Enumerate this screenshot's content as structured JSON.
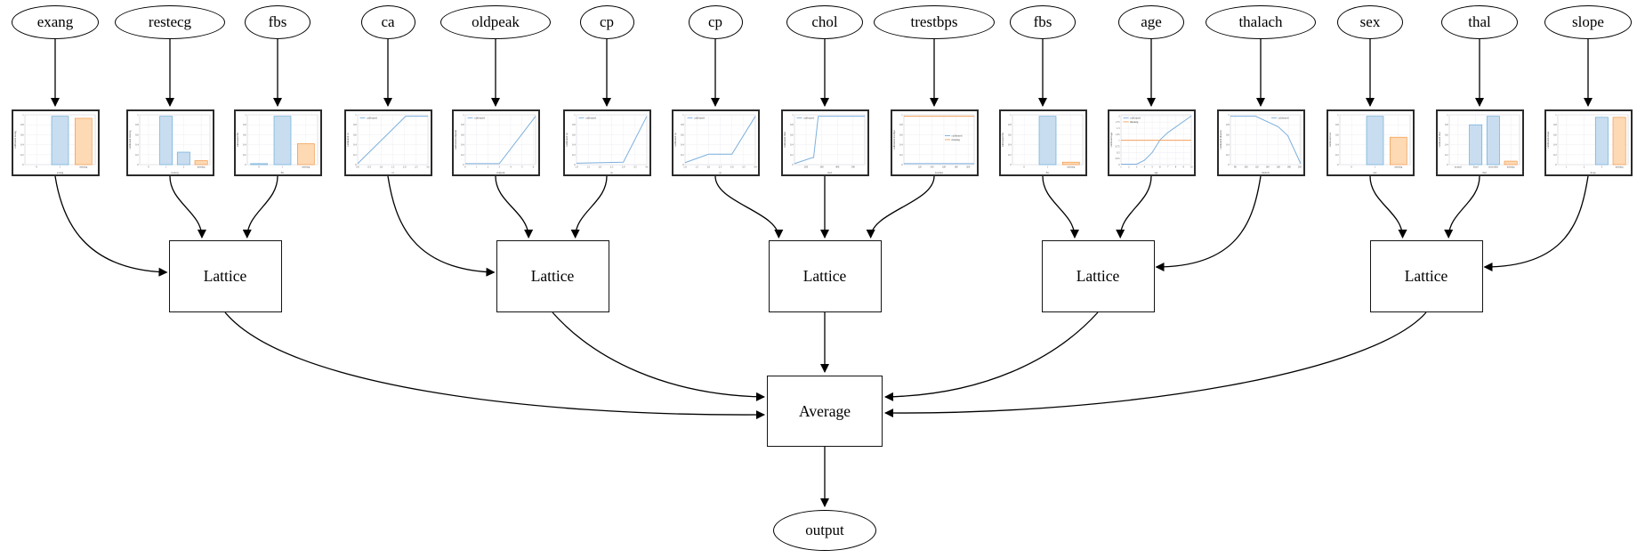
{
  "diagram": {
    "features": [
      {
        "name": "exang"
      },
      {
        "name": "restecg"
      },
      {
        "name": "fbs"
      },
      {
        "name": "ca"
      },
      {
        "name": "oldpeak"
      },
      {
        "name": "cp"
      },
      {
        "name": "cp"
      },
      {
        "name": "chol"
      },
      {
        "name": "trestbps"
      },
      {
        "name": "fbs"
      },
      {
        "name": "age"
      },
      {
        "name": "thalach"
      },
      {
        "name": "sex"
      },
      {
        "name": "thal"
      },
      {
        "name": "slope"
      }
    ],
    "lattices": [
      {
        "label": "Lattice",
        "inputs": [
          0,
          1,
          2
        ]
      },
      {
        "label": "Lattice",
        "inputs": [
          3,
          4,
          5
        ]
      },
      {
        "label": "Lattice",
        "inputs": [
          6,
          7,
          8
        ]
      },
      {
        "label": "Lattice",
        "inputs": [
          9,
          10,
          11
        ]
      },
      {
        "label": "Lattice",
        "inputs": [
          12,
          13,
          14
        ]
      }
    ],
    "average": {
      "label": "Average"
    },
    "output": {
      "label": "output"
    },
    "colors": {
      "edge": "#000000",
      "line_blue": "#7db0dd",
      "line_orange": "#f5a15d",
      "bar_blue_fill": "#c9ddf0",
      "bar_blue_edge": "#6baed6",
      "bar_orange_fill": "#fdd9b4",
      "bar_orange_edge": "#f0994a",
      "grid": "#ebebf2",
      "frame": "#cfcfd8",
      "tick_text": "#555555"
    }
  },
  "chart_data": [
    {
      "type": "bar",
      "xlabel": "exang",
      "ylabel": "calibrated exang",
      "categories": [
        "0",
        "1",
        "missing"
      ],
      "values": [
        0,
        0.97,
        0.93
      ],
      "y_ticks": [
        0.0,
        0.2,
        0.4,
        0.6,
        0.8,
        1.0
      ],
      "ylim": [
        0,
        1
      ]
    },
    {
      "type": "bar",
      "xlabel": "restecg",
      "ylabel": "calibrated restecg",
      "categories": [
        "0",
        "1",
        "2",
        "missing"
      ],
      "values": [
        0,
        0.97,
        0.25,
        0.08
      ],
      "y_ticks": [
        0.0,
        0.2,
        0.4,
        0.6,
        0.8,
        1.0
      ],
      "ylim": [
        0,
        1
      ]
    },
    {
      "type": "bar",
      "xlabel": "fbs",
      "ylabel": "calibrated fbs",
      "categories": [
        "0",
        "1",
        "missing"
      ],
      "values": [
        0.02,
        0.97,
        0.42
      ],
      "y_ticks": [
        0.0,
        0.2,
        0.4,
        0.6,
        0.8,
        1.0
      ],
      "ylim": [
        0,
        1
      ]
    },
    {
      "type": "line",
      "xlabel": "ca",
      "ylabel": "calibrated ca",
      "x_ticks": [
        0.0,
        0.5,
        1.0,
        1.5,
        2.0,
        2.5,
        3.0
      ],
      "y_ticks": [
        0.0,
        0.2,
        0.4,
        0.6,
        0.8,
        1.0
      ],
      "ylim": [
        0,
        1
      ],
      "legend_pos": "top-left",
      "series": [
        {
          "name": "calibrated",
          "color": "blue",
          "points": [
            [
              0,
              0.02
            ],
            [
              2.05,
              0.97
            ],
            [
              3.0,
              0.97
            ]
          ]
        }
      ]
    },
    {
      "type": "line",
      "xlabel": "oldpeak",
      "ylabel": "calibrated oldpeak",
      "x_ticks": [
        0,
        1,
        2,
        3,
        4,
        5,
        6
      ],
      "y_ticks": [
        0.0,
        0.2,
        0.4,
        0.6,
        0.8,
        1.0
      ],
      "ylim": [
        0,
        1
      ],
      "legend_pos": "top-left",
      "series": [
        {
          "name": "calibrated",
          "color": "blue",
          "points": [
            [
              0,
              0.02
            ],
            [
              3,
              0.02
            ],
            [
              6.2,
              0.97
            ]
          ]
        }
      ]
    },
    {
      "type": "line",
      "xlabel": "cp",
      "ylabel": "calibrated cp",
      "x_ticks": [
        1.0,
        1.5,
        2.0,
        2.5,
        3.0,
        3.5,
        4.0
      ],
      "y_ticks": [
        0.0,
        0.2,
        0.4,
        0.6,
        0.8,
        1.0
      ],
      "ylim": [
        0,
        1
      ],
      "legend_pos": "top-left",
      "series": [
        {
          "name": "calibrated",
          "color": "blue",
          "points": [
            [
              1,
              0.03
            ],
            [
              3,
              0.05
            ],
            [
              4,
              0.97
            ]
          ]
        }
      ]
    },
    {
      "type": "line",
      "xlabel": "cp",
      "ylabel": "calibrated cp",
      "x_ticks": [
        1.0,
        1.5,
        2.0,
        2.5,
        3.0,
        3.5,
        4.0
      ],
      "y_ticks": [
        0.0,
        0.2,
        0.4,
        0.6,
        0.8,
        1.0
      ],
      "ylim": [
        0,
        1
      ],
      "legend_pos": "top-left",
      "series": [
        {
          "name": "calibrated",
          "color": "blue",
          "points": [
            [
              1,
              0.04
            ],
            [
              2,
              0.21
            ],
            [
              3,
              0.21
            ],
            [
              4,
              0.97
            ]
          ]
        }
      ]
    },
    {
      "type": "line",
      "xlabel": "chol",
      "ylabel": "calibrated chol",
      "x_ticks": [
        200,
        300,
        400,
        500
      ],
      "y_ticks": [
        0.0,
        0.2,
        0.4,
        0.6,
        0.8,
        1.0
      ],
      "ylim": [
        0,
        1
      ],
      "legend_pos": "top-left",
      "series": [
        {
          "name": "calibrated",
          "color": "blue",
          "points": [
            [
              126,
              0.02
            ],
            [
              240,
              0.14
            ],
            [
              248,
              0.14
            ],
            [
              278,
              0.97
            ],
            [
              575,
              0.97
            ]
          ]
        }
      ]
    },
    {
      "type": "line",
      "xlabel": "trestbps",
      "ylabel": "calibrated trestbps",
      "x_ticks": [
        120,
        140,
        160,
        180,
        200
      ],
      "y_ticks": [
        0.0,
        0.2,
        0.4,
        0.6,
        0.8,
        1.0
      ],
      "ylim": [
        0,
        1
      ],
      "legend_pos": "mid-right",
      "series": [
        {
          "name": "calibrated",
          "color": "blue",
          "points": [
            [
              94,
              0.02
            ],
            [
              210,
              0.02
            ]
          ]
        },
        {
          "name": "missing",
          "color": "orange",
          "points": [
            [
              94,
              0.97
            ],
            [
              210,
              0.97
            ]
          ]
        }
      ]
    },
    {
      "type": "bar",
      "xlabel": "fbs",
      "ylabel": "calibrated fbs",
      "categories": [
        "0",
        "1",
        "missing"
      ],
      "values": [
        0,
        0.97,
        0.05
      ],
      "y_ticks": [
        0.0,
        0.2,
        0.4,
        0.6,
        0.8,
        1.0
      ],
      "ylim": [
        0,
        1
      ]
    },
    {
      "type": "line",
      "xlabel": "age",
      "ylabel": "calibrated age",
      "x_ticks": [
        1,
        2,
        3,
        4,
        5,
        6,
        7,
        8,
        9,
        10
      ],
      "y_ticks": [
        0.0,
        0.25,
        0.5,
        0.75,
        1.0,
        1.25,
        1.5,
        1.75,
        2.0
      ],
      "ylim": [
        0,
        2.05
      ],
      "legend_pos": "top-left",
      "series": [
        {
          "name": "calibrated",
          "color": "blue",
          "points": [
            [
              1,
              0.02
            ],
            [
              3,
              0.02
            ],
            [
              4,
              0.18
            ],
            [
              5,
              0.5
            ],
            [
              6,
              1.02
            ],
            [
              7,
              1.32
            ],
            [
              10,
              2.0
            ]
          ]
        },
        {
          "name": "missing",
          "color": "orange",
          "points": [
            [
              1,
              1.0
            ],
            [
              10,
              1.0
            ]
          ]
        }
      ]
    },
    {
      "type": "line",
      "xlabel": "thalach",
      "ylabel": "calibrated thalach",
      "x_ticks": [
        80,
        100,
        120,
        140,
        160,
        180,
        200
      ],
      "y_ticks": [
        0.0,
        0.2,
        0.4,
        0.6,
        0.8,
        1.0
      ],
      "ylim": [
        0,
        1
      ],
      "legend_pos": "top-right",
      "series": [
        {
          "name": "calibrated",
          "color": "blue",
          "points": [
            [
              71,
              0.97
            ],
            [
              118,
              0.97
            ],
            [
              160,
              0.76
            ],
            [
              178,
              0.58
            ],
            [
              202,
              0.02
            ]
          ]
        }
      ]
    },
    {
      "type": "bar",
      "xlabel": "sex",
      "ylabel": "calibrated sex",
      "categories": [
        "0",
        "1",
        "missing"
      ],
      "values": [
        0,
        0.97,
        0.55
      ],
      "y_ticks": [
        0.0,
        0.2,
        0.4,
        0.6,
        0.8,
        1.0
      ],
      "ylim": [
        0,
        1
      ]
    },
    {
      "type": "bar",
      "xlabel": "thal",
      "ylabel": "calibrated thal",
      "categories": [
        "normal",
        "fixed",
        "reversible",
        "missing"
      ],
      "values": [
        0,
        0.8,
        0.97,
        0.07
      ],
      "y_ticks": [
        0.0,
        0.2,
        0.4,
        0.6,
        0.8,
        1.0
      ],
      "ylim": [
        0,
        1
      ]
    },
    {
      "type": "bar",
      "xlabel": "slope",
      "ylabel": "calibrated slope",
      "categories": [
        "1",
        "2",
        "3",
        "missing"
      ],
      "values": [
        0,
        0,
        0.95,
        0.95
      ],
      "y_ticks": [
        0.0,
        0.2,
        0.4,
        0.6,
        0.8,
        1.0
      ],
      "ylim": [
        0,
        1
      ]
    }
  ]
}
